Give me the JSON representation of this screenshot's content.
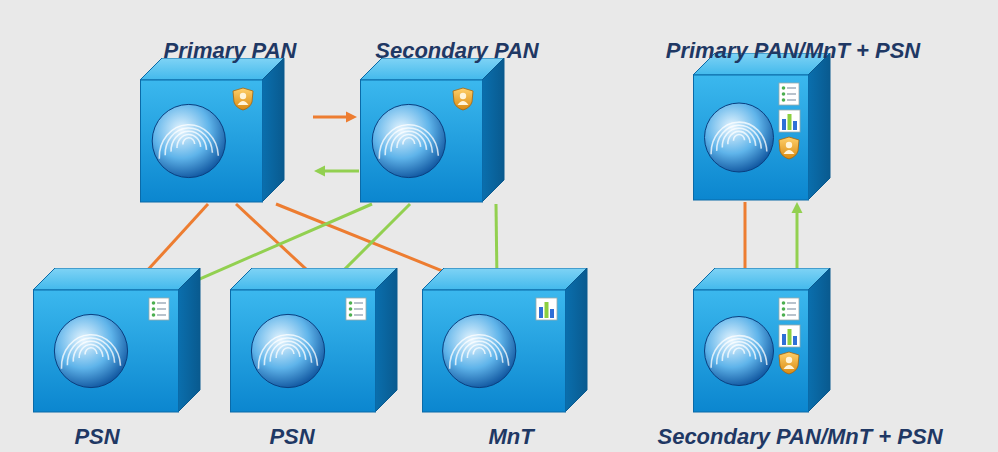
{
  "diagram": {
    "nodes": [
      {
        "text": [
          "Primary PAN"
        ]
      },
      {
        "text": [
          "Secondary PAN"
        ]
      },
      {
        "text": [
          "PSN"
        ]
      },
      {
        "text": [
          "PSN"
        ]
      },
      {
        "text": [
          "MnT"
        ]
      },
      {
        "text": [
          "Primary PAN/MnT + PSN"
        ]
      },
      {
        "text": [
          "Secondary PAN/MnT + PSN"
        ]
      }
    ],
    "edges": [
      {
        "from": 0,
        "to": 1,
        "arrow": "to"
      },
      {
        "from": 1,
        "to": 0,
        "arrow": "to"
      },
      {
        "from": 0,
        "to": 2,
        "arrow": "to"
      },
      {
        "from": 0,
        "to": 3,
        "arrow": "to"
      },
      {
        "from": 0,
        "to": 4,
        "arrow": "to"
      },
      {
        "from": 1,
        "to": 2,
        "arrow": "to"
      },
      {
        "from": 1,
        "to": 3,
        "arrow": "to"
      },
      {
        "from": 1,
        "to": 4,
        "arrow": "to"
      },
      {
        "from": 5,
        "to": 6,
        "arrow": "to"
      },
      {
        "from": 6,
        "to": 5,
        "arrow": "to"
      }
    ]
  }
}
